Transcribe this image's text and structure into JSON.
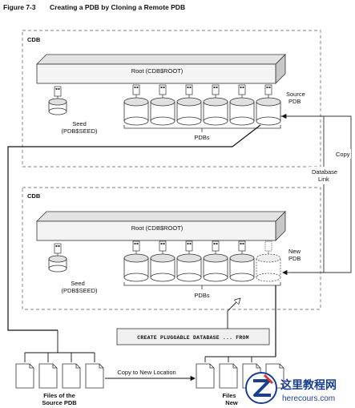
{
  "figure": {
    "number": "Figure 7-3",
    "title": "Creating a PDB by Cloning a Remote PDB"
  },
  "top_cdb": {
    "label": "CDB",
    "root_label": "Root (CDB$ROOT)",
    "seed_label_1": "Seed",
    "seed_label_2": "(PDB$SEED)",
    "pdbs_label": "PDBs",
    "source_label_1": "Source",
    "source_label_2": "PDB"
  },
  "bottom_cdb": {
    "label": "CDB",
    "root_label": "Root (CDB$ROOT)",
    "seed_label_1": "Seed",
    "seed_label_2": "(PDB$SEED)",
    "pdbs_label": "PDBs",
    "new_label_1": "New",
    "new_label_2": "PDB"
  },
  "link": {
    "copy_label": "Copy",
    "db_link_1": "Database",
    "db_link_2": "Link"
  },
  "command": "CREATE PLUGGABLE DATABASE ... FROM",
  "files": {
    "source_1": "Files of the",
    "source_2": "Source PDB",
    "copy_label": "Copy to New Location",
    "new_1": "Files",
    "new_2": "New"
  },
  "watermark": {
    "cn": "这里教程网",
    "en": "herecours.com"
  }
}
